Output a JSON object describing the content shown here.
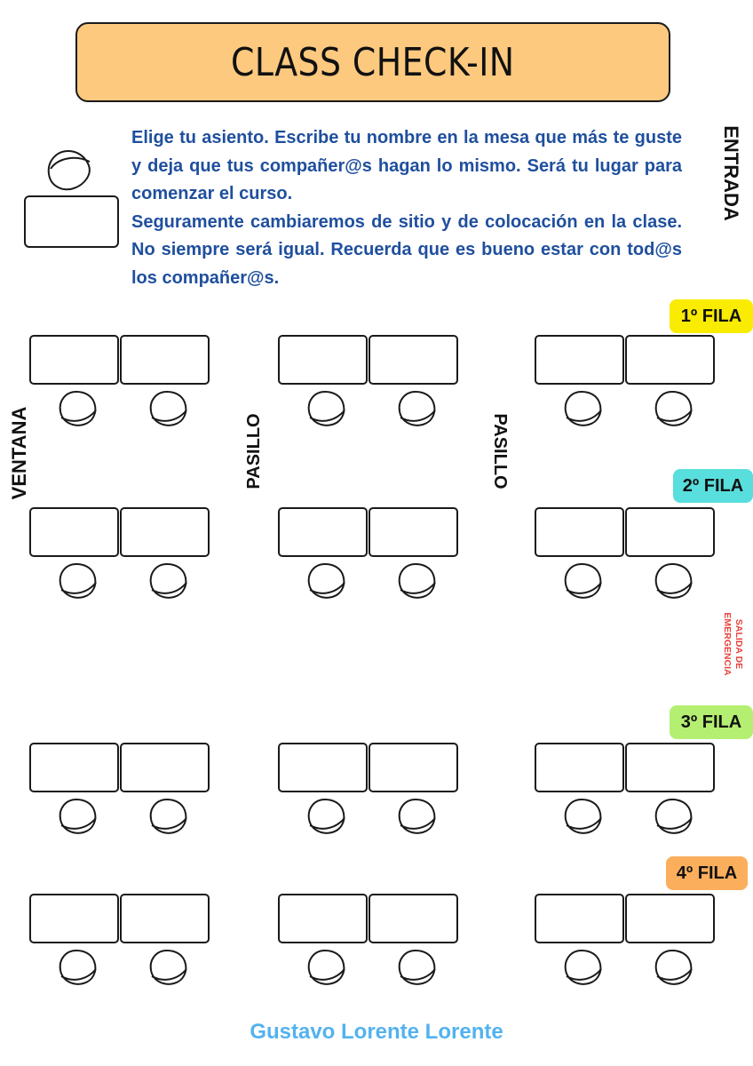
{
  "header": {
    "title": "CLASS CHECK-IN"
  },
  "intro": {
    "paragraph1": "Elige tu asiento. Escribe tu nombre en la mesa que más te guste y deja que tus compañer@s hagan lo mismo. Será tu lugar para comenzar el curso.",
    "paragraph2": "Seguramente cambiaremos de sitio y de colocación en la clase. No siempre será igual. Recuerda que es bueno estar con tod@s los compañer@s."
  },
  "labels": {
    "entrance": "ENTRADA",
    "window": "VENTANA",
    "aisle_1": "PASILLO",
    "aisle_2": "PASILLO",
    "emergency_line1": "SALIDA DE",
    "emergency_line2": "EMERGENCIA"
  },
  "rows": [
    {
      "label": "1º FILA",
      "color": "#f9ec00"
    },
    {
      "label": "2º FILA",
      "color": "#58dedd"
    },
    {
      "label": "3º FILA",
      "color": "#b4ef72"
    },
    {
      "label": "4º FILA",
      "color": "#fbae5c"
    }
  ],
  "colors": {
    "title_bg": "#fdc97f",
    "intro_text": "#1f4f9e",
    "emergency_text": "#e8423a",
    "footer_text": "#53b2ef"
  },
  "footer": {
    "author": "Gustavo Lorente Lorente"
  }
}
